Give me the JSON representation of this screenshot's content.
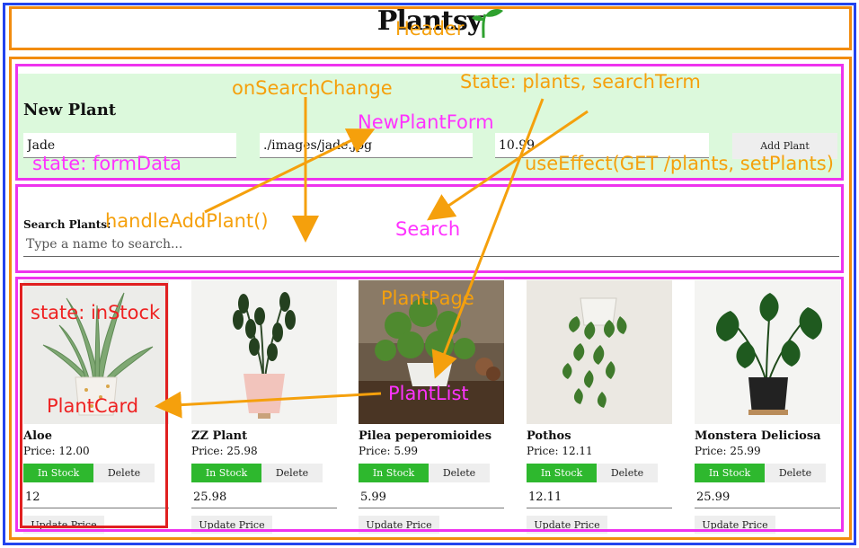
{
  "header": {
    "title": "Plantsy",
    "sprout_icon": "sprout-icon"
  },
  "form": {
    "heading": "New Plant",
    "name_value": "Jade",
    "image_value": "./images/jade.jpg",
    "price_value": "10.99",
    "add_label": "Add Plant"
  },
  "search": {
    "label": "Search Plants:",
    "placeholder": "Type a name to search..."
  },
  "plants": [
    {
      "name": "Aloe",
      "price": "Price: 12.00",
      "stock": "In Stock",
      "delete": "Delete",
      "price_input": "12",
      "update": "Update Price"
    },
    {
      "name": "ZZ Plant",
      "price": "Price: 25.98",
      "stock": "In Stock",
      "delete": "Delete",
      "price_input": "25.98",
      "update": "Update Price"
    },
    {
      "name": "Pilea peperomioides",
      "price": "Price: 5.99",
      "stock": "In Stock",
      "delete": "Delete",
      "price_input": "5.99",
      "update": "Update Price"
    },
    {
      "name": "Pothos",
      "price": "Price: 12.11",
      "stock": "In Stock",
      "delete": "Delete",
      "price_input": "12.11",
      "update": "Update Price"
    },
    {
      "name": "Monstera Deliciosa",
      "price": "Price: 25.99",
      "stock": "In Stock",
      "delete": "Delete",
      "price_input": "25.99",
      "update": "Update Price"
    }
  ],
  "annotations": {
    "header": "Header",
    "on_search_change": "onSearchChange",
    "state_plants": "State: plants, searchTerm",
    "new_plant_form": "NewPlantForm",
    "state_form_data": "state: formData",
    "use_effect": "useEffect(GET /plants, setPlants)",
    "handle_add_plant": "handleAddPlant()",
    "search": "Search",
    "state_in_stock": "state: inStock",
    "plant_page": "PlantPage",
    "plant_card": "PlantCard",
    "plant_list": "PlantList"
  },
  "colors": {
    "orange": "#f5a00c",
    "magenta": "#ff33ff",
    "red": "#e02020",
    "blue": "#2244ee",
    "in_stock_green": "#2eb82e",
    "form_bg": "#dcf9dc"
  }
}
